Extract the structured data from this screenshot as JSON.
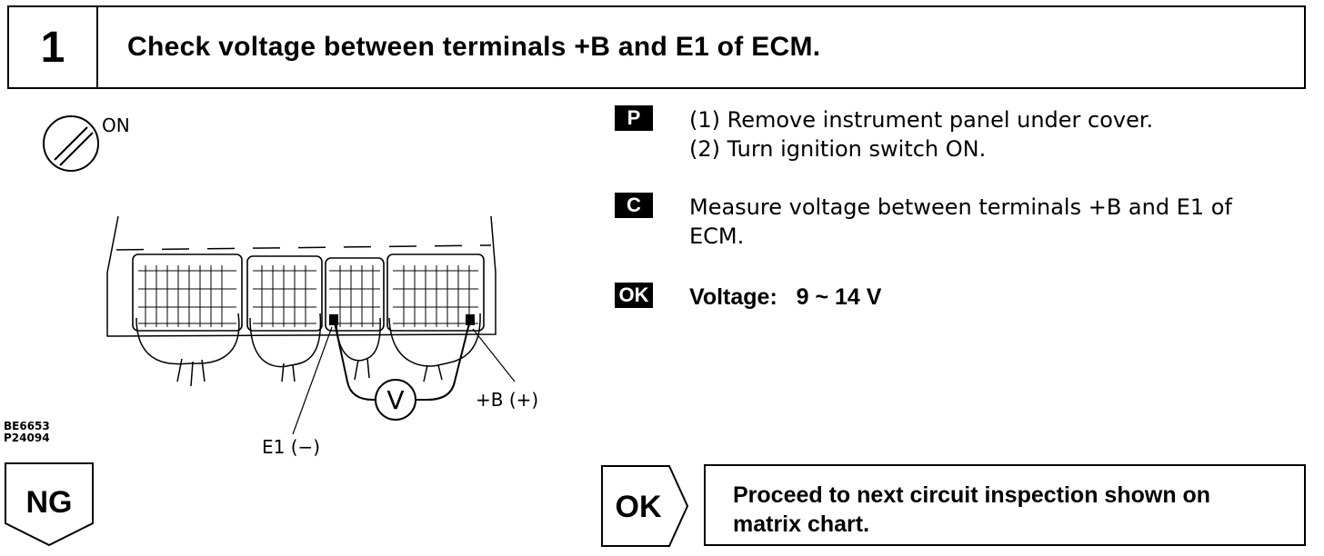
{
  "header": {
    "step_number": "1",
    "title": "Check voltage between terminals +B and E1 of ECM."
  },
  "illustration": {
    "ignition_label": "ON",
    "positive_terminal_label": "+B (+)",
    "negative_terminal_label": "E1 (−)",
    "meter_symbol": "V",
    "figure_codes": [
      "BE6653",
      "P24094"
    ]
  },
  "steps": {
    "prep": {
      "tag": "P",
      "lines": [
        "(1) Remove instrument panel under cover.",
        "(2) Turn ignition switch ON."
      ]
    },
    "check": {
      "tag": "C",
      "lines": [
        "Measure voltage between terminals +B and E1 of",
        "ECM."
      ]
    },
    "ok": {
      "tag": "OK",
      "text": "Voltage:   9 ~ 14 V"
    }
  },
  "results": {
    "ng_label": "NG",
    "ok_label": "OK",
    "ok_action_lines": [
      "Proceed to next circuit inspection shown on",
      "matrix chart."
    ]
  }
}
